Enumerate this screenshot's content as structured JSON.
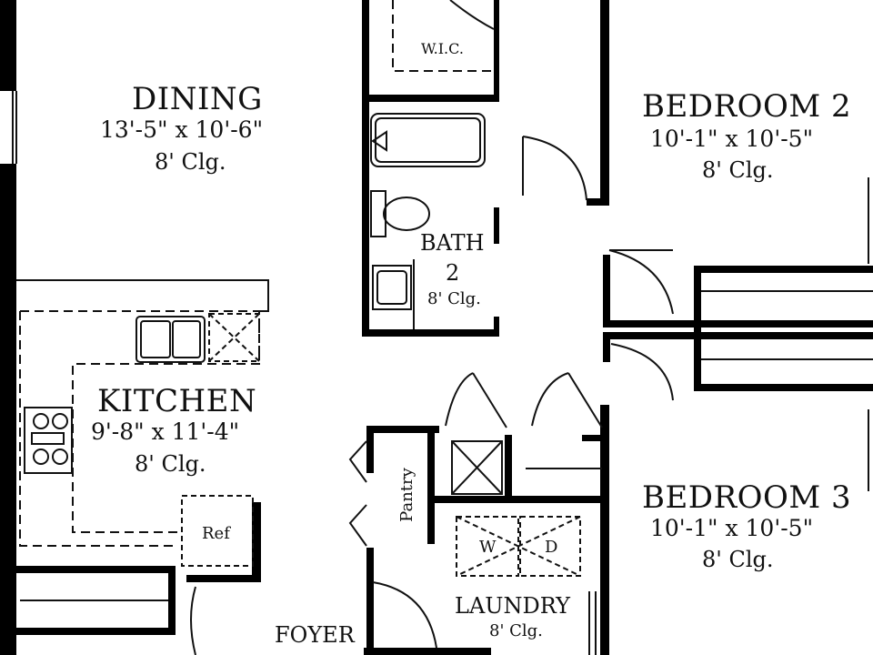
{
  "rooms": {
    "dining": {
      "name": "DINING",
      "dims": "13'-5\" x 10'-6\"",
      "ceiling": "8' Clg."
    },
    "bedroom2": {
      "name": "BEDROOM 2",
      "dims": "10'-1\" x 10'-5\"",
      "ceiling": "8' Clg."
    },
    "bedroom3": {
      "name": "BEDROOM 3",
      "dims": "10'-1\" x 10'-5\"",
      "ceiling": "8' Clg."
    },
    "kitchen": {
      "name": "KITCHEN",
      "dims": "9'-8\" x 11'-4\"",
      "ceiling": "8' Clg."
    },
    "bath2": {
      "name_line1": "BATH",
      "name_line2": "2",
      "ceiling": "8' Clg."
    },
    "laundry": {
      "name": "LAUNDRY",
      "ceiling": "8' Clg."
    },
    "foyer": {
      "name": "FOYER"
    }
  },
  "fixtures": {
    "wic": "W.I.C.",
    "pantry": "Pantry",
    "ref": "Ref",
    "washer": "W",
    "dryer": "D"
  },
  "colors": {
    "wall": "#000000",
    "line": "#111111",
    "background": "#ffffff"
  }
}
